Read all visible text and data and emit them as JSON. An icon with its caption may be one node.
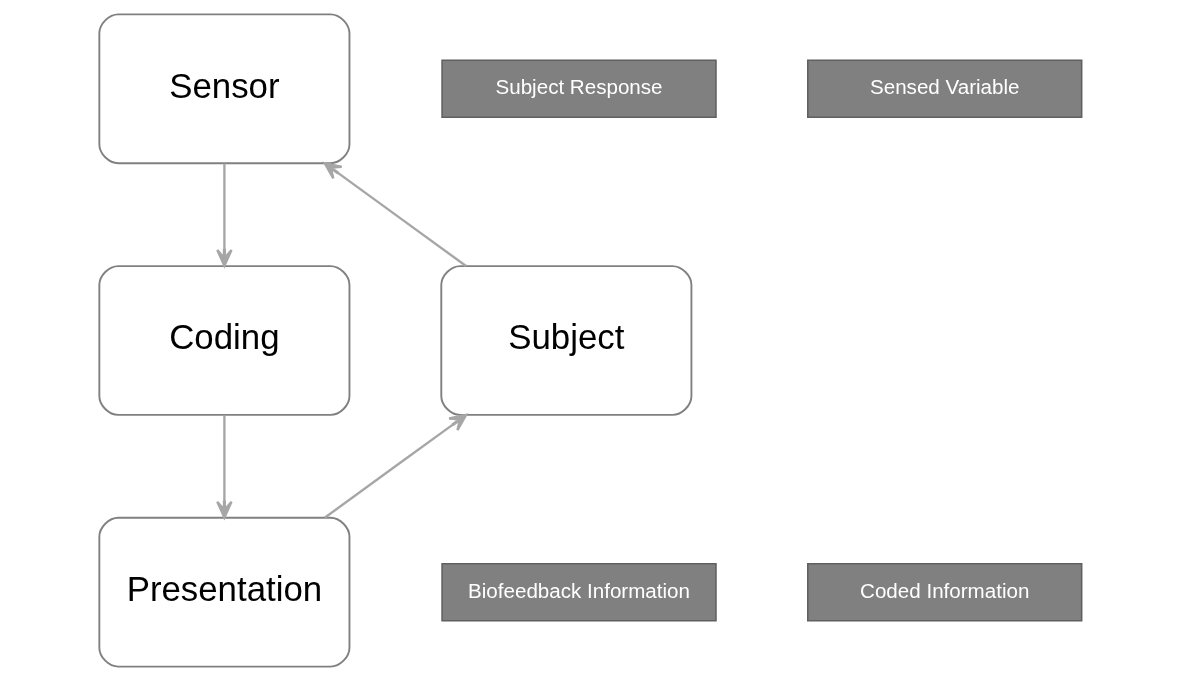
{
  "diagram": {
    "nodes": [
      {
        "text": [
          "Sensor"
        ]
      },
      {
        "text": [
          "Subject Response"
        ]
      },
      {
        "text": [
          "Sensed Variable"
        ]
      },
      {
        "text": [
          "Subject"
        ]
      },
      {
        "text": [
          "Coding"
        ]
      },
      {
        "text": [
          "Biofeedback Information"
        ]
      },
      {
        "text": [
          "Coded Information"
        ]
      },
      {
        "text": [
          "Presentation"
        ]
      }
    ],
    "edges": [
      {
        "from": 0,
        "to": 4,
        "arrow": "to"
      },
      {
        "from": 4,
        "to": 7,
        "arrow": "to"
      },
      {
        "from": 7,
        "to": 3,
        "arrow": "to"
      },
      {
        "from": 3,
        "to": 0,
        "arrow": "to"
      }
    ]
  }
}
